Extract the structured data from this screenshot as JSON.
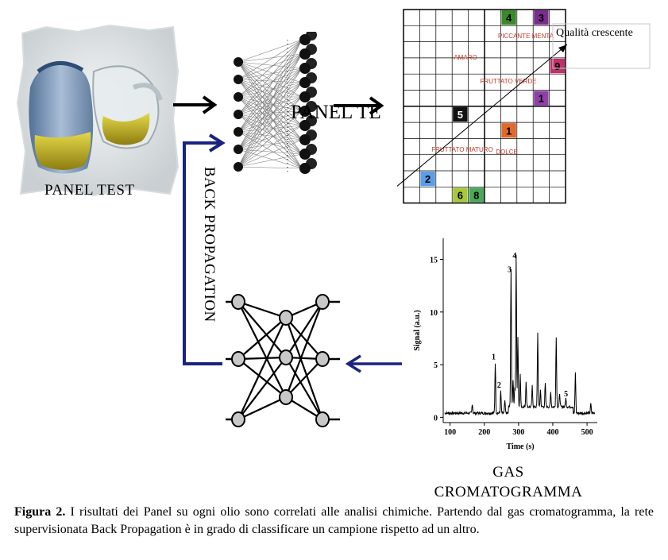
{
  "panel_test_label": "PANEL TEST",
  "panel_te_label": "PANEL TE",
  "backprop_label": "BACK PROPAGATION",
  "gas_label_line1": "GAS",
  "gas_label_line2": "CROMATOGRAMMA",
  "sensory_map": {
    "quality_label": "Qualità crescente",
    "regions": [
      "AMARO",
      "PICCANTE MENTA",
      "FRUTTATO VERDE",
      "FRUTTATO MATURO",
      "DOLCE"
    ],
    "samples": [
      {
        "label": "4",
        "color": "#3a8a2a"
      },
      {
        "label": "3",
        "color": "#7b2d8e"
      },
      {
        "label": "9",
        "color": "#c0306a"
      },
      {
        "label": "1",
        "color": "#8e3fa8"
      },
      {
        "label": "5",
        "color": "#111111"
      },
      {
        "label": "1",
        "color": "#e06a2a"
      },
      {
        "label": "2",
        "color": "#5a9ee8"
      },
      {
        "label": "6",
        "color": "#a8c83a"
      },
      {
        "label": "8",
        "color": "#4aa85a"
      }
    ]
  },
  "chart_data": {
    "type": "line",
    "title": "",
    "xlabel": "Time (s)",
    "ylabel": "Signal (a.u.)",
    "xlim": [
      80,
      530
    ],
    "ylim": [
      -0.5,
      17
    ],
    "xticks": [
      "100",
      "200",
      "300",
      "400",
      "500"
    ],
    "yticks": [
      "0",
      "5",
      "10",
      "15"
    ],
    "baseline": 0.4,
    "peaks": [
      {
        "x": 165,
        "y": 1.3
      },
      {
        "x": 232,
        "y": 5.2
      },
      {
        "x": 248,
        "y": 2.5
      },
      {
        "x": 260,
        "y": 1.6
      },
      {
        "x": 278,
        "y": 13.5
      },
      {
        "x": 284,
        "y": 3.0
      },
      {
        "x": 289,
        "y": 2.2
      },
      {
        "x": 293,
        "y": 14.8
      },
      {
        "x": 298,
        "y": 7.0
      },
      {
        "x": 305,
        "y": 3.5
      },
      {
        "x": 322,
        "y": 2.8
      },
      {
        "x": 340,
        "y": 2.4
      },
      {
        "x": 356,
        "y": 7.5
      },
      {
        "x": 364,
        "y": 2.0
      },
      {
        "x": 378,
        "y": 2.6
      },
      {
        "x": 394,
        "y": 1.8
      },
      {
        "x": 410,
        "y": 7.0
      },
      {
        "x": 420,
        "y": 1.7
      },
      {
        "x": 438,
        "y": 1.2
      },
      {
        "x": 466,
        "y": 4.3
      },
      {
        "x": 511,
        "y": 1.3
      }
    ],
    "annotations": [
      {
        "label": "1",
        "x": 232,
        "y": 5.2
      },
      {
        "label": "2",
        "x": 248,
        "y": 2.5
      },
      {
        "label": "3",
        "x": 278,
        "y": 13.5
      },
      {
        "label": "4",
        "x": 293,
        "y": 14.8
      },
      {
        "label": "5",
        "x": 420,
        "y": 1.7
      }
    ]
  },
  "caption": {
    "bold": "Figura 2.",
    "text": " I risultati dei Panel su ogni olio sono correlati alle analisi chimiche. Partendo dal gas cromatogramma, la rete supervisionata Back Propagation è in grado di classificare un campione rispetto ad un altro."
  }
}
